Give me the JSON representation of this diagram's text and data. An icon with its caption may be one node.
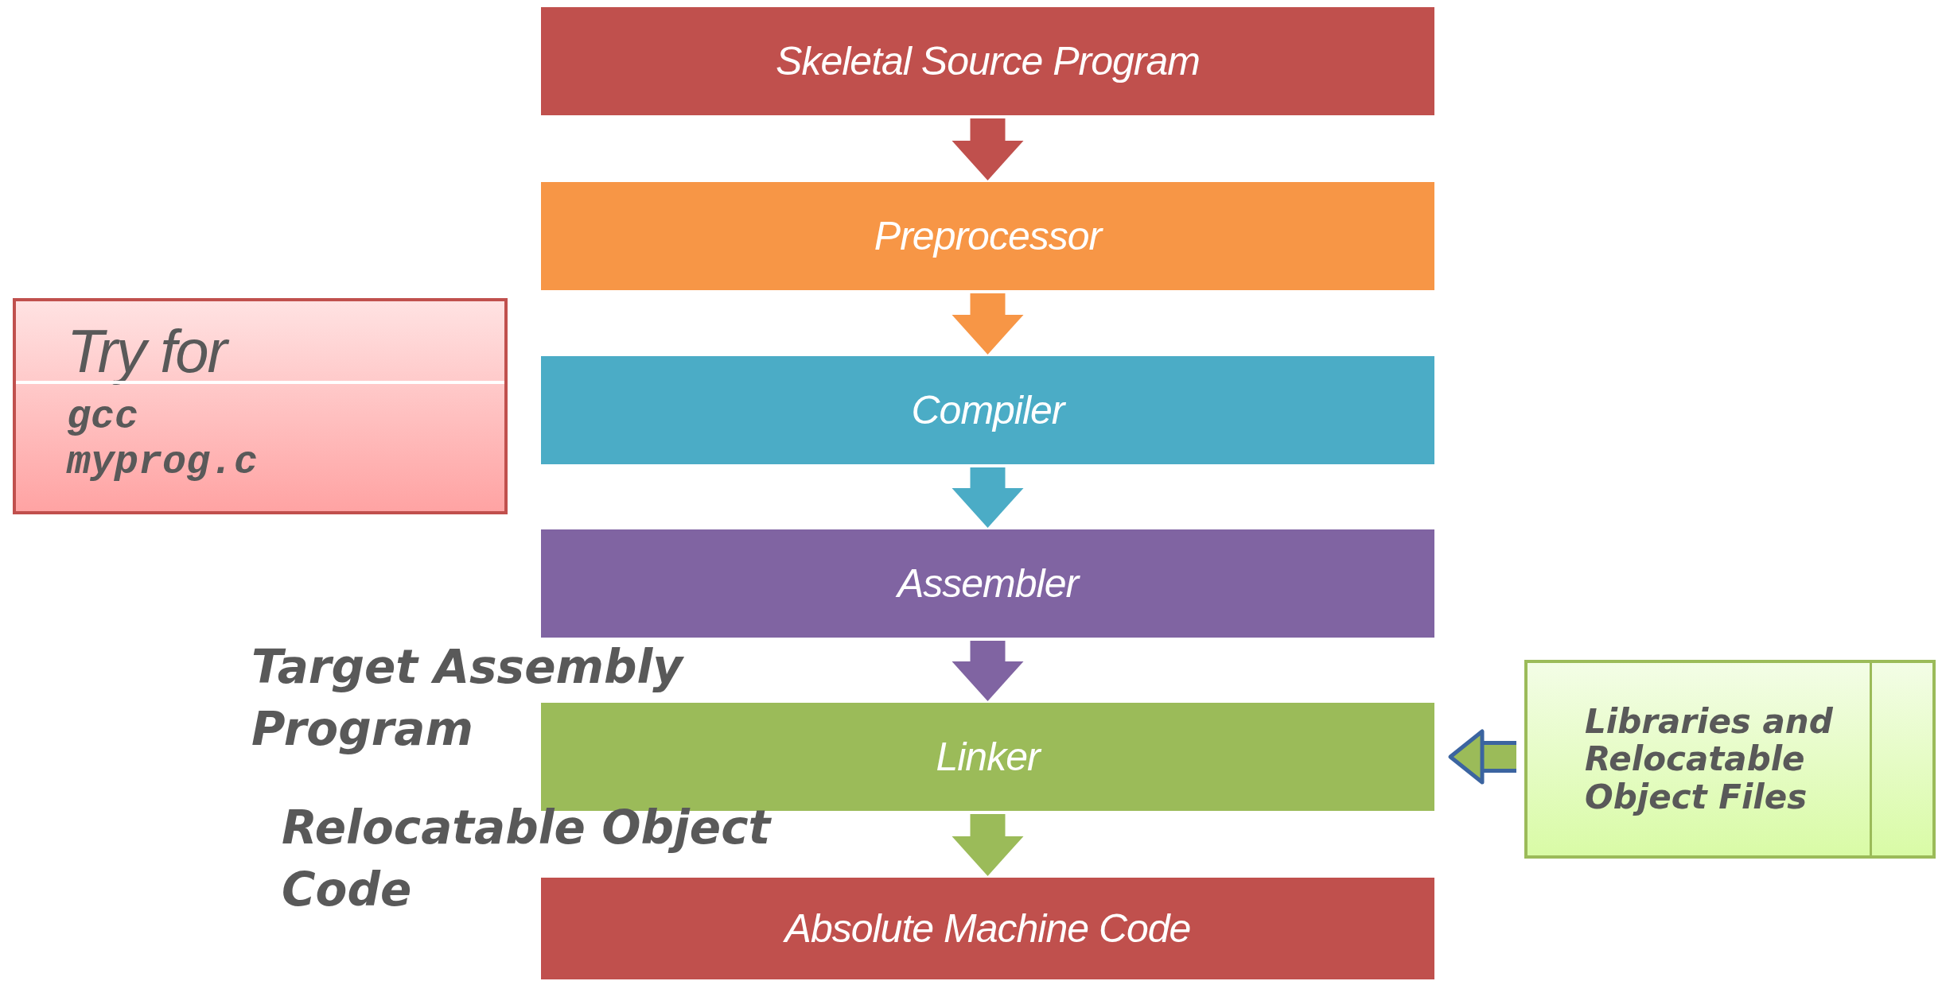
{
  "diagram": {
    "nodes": [
      {
        "text": [
          "Skeletal Source Program"
        ]
      },
      {
        "text": [
          "Preprocessor"
        ]
      },
      {
        "text": [
          "Compiler"
        ]
      },
      {
        "text": [
          "Assembler"
        ]
      },
      {
        "text": [
          "Linker"
        ]
      },
      {
        "text": [
          "Absolute Machine Code"
        ]
      },
      {
        "text": [
          "Libraries and Relocatable Object Files"
        ]
      },
      {
        "text": [
          "Try for",
          "gcc myprog.c"
        ]
      }
    ],
    "edges": [
      {
        "from": 0,
        "to": 1,
        "arrow": "to",
        "color": "#c0504d"
      },
      {
        "from": 1,
        "to": 2,
        "arrow": "to",
        "color": "#f79646"
      },
      {
        "from": 2,
        "to": 3,
        "arrow": "to",
        "color": "#4bacc6"
      },
      {
        "from": 3,
        "to": 4,
        "arrow": "to",
        "color": "#8064a2"
      },
      {
        "from": 4,
        "to": 5,
        "arrow": "to",
        "color": "#9bbb59"
      },
      {
        "from": 6,
        "to": 4,
        "arrow": "to",
        "color": "#9bbb59"
      }
    ],
    "labels": [
      "Target Assembly Program",
      "Relocatable Object Code"
    ]
  }
}
